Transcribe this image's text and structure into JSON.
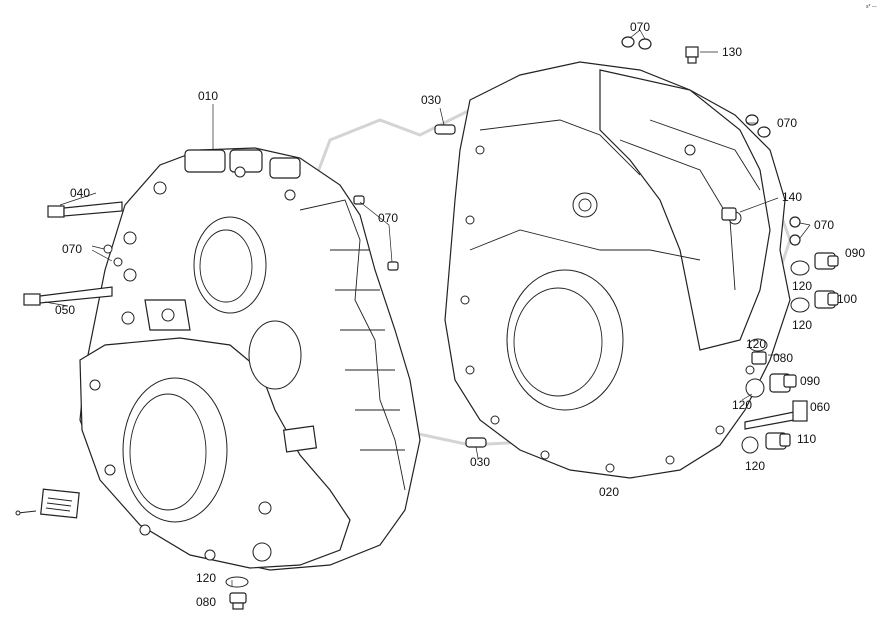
{
  "labels": {
    "p010": "010",
    "p020": "020",
    "p030_top": "030",
    "p030_bottom": "030",
    "p040": "040",
    "p050": "050",
    "p060": "060",
    "p070_left_mid": "070",
    "p070_left": "070",
    "p070_top": "070",
    "p070_right_top": "070",
    "p070_right": "070",
    "p080_right": "080",
    "p080_bottom": "080",
    "p090_top": "090",
    "p090_mid": "090",
    "p100": "100",
    "p110": "110",
    "p120_a": "120",
    "p120_b": "120",
    "p120_c": "120",
    "p120_d": "120",
    "p120_e": "120",
    "p120_bottom": "120",
    "p130": "130",
    "p140": "140"
  },
  "corner_mark": "s* ---",
  "colors": {
    "line": "#222222",
    "watermark": "#d4d4d4",
    "background": "#ffffff"
  }
}
